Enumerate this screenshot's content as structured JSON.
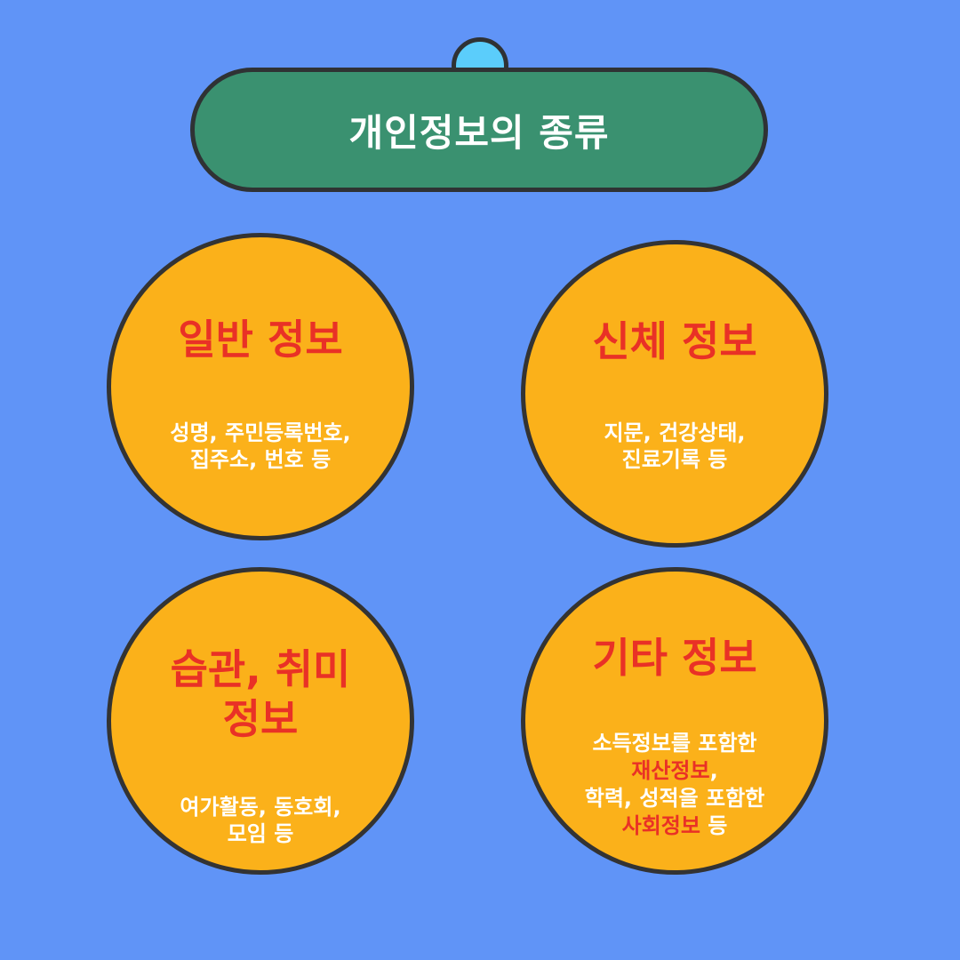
{
  "title": "개인정보의 종류",
  "colors": {
    "background": "#6094f7",
    "banner": "#3a9170",
    "pin": "#5bcdfb",
    "circle": "#fbb11a",
    "outline": "#2f3234",
    "heading": "#e93126",
    "description": "#ffffff"
  },
  "categories": [
    {
      "heading": "일반 정보",
      "description_lines": [
        "성명, 주민등록번호,",
        "집주소, 번호 등"
      ]
    },
    {
      "heading": "신체 정보",
      "description_lines": [
        "지문, 건강상태,",
        "진료기록 등"
      ]
    },
    {
      "heading_lines": [
        "습관, 취미",
        "정보"
      ],
      "description_lines": [
        "여가활동, 동호회,",
        "모임 등"
      ]
    },
    {
      "heading": "기타 정보",
      "description": {
        "line1": "소득정보를 포함한",
        "line2": "재산정보",
        "line2_suffix": ",",
        "line3": "학력, 성적을 포함한",
        "line4": "사회정보",
        "line4_suffix": " 등"
      }
    }
  ]
}
